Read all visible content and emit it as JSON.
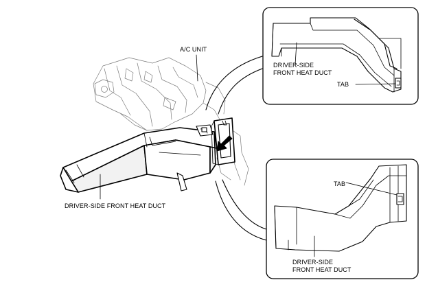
{
  "labels": {
    "ac_unit": "A/C UNIT",
    "duct_main": "DRIVER-SIDE FRONT HEAT DUCT",
    "top_callout_line1": "DRIVER-SIDE",
    "top_callout_line2": "FRONT HEAT DUCT",
    "top_tab": "TAB",
    "bottom_tab": "TAB",
    "bottom_callout_line1": "DRIVER-SIDE",
    "bottom_callout_line2": "FRONT HEAT DUCT"
  },
  "colors": {
    "line": "#000000",
    "ghost_line": "#7a7a7a",
    "background": "#ffffff"
  },
  "icons": {
    "install_direction": "arrow-icon"
  }
}
